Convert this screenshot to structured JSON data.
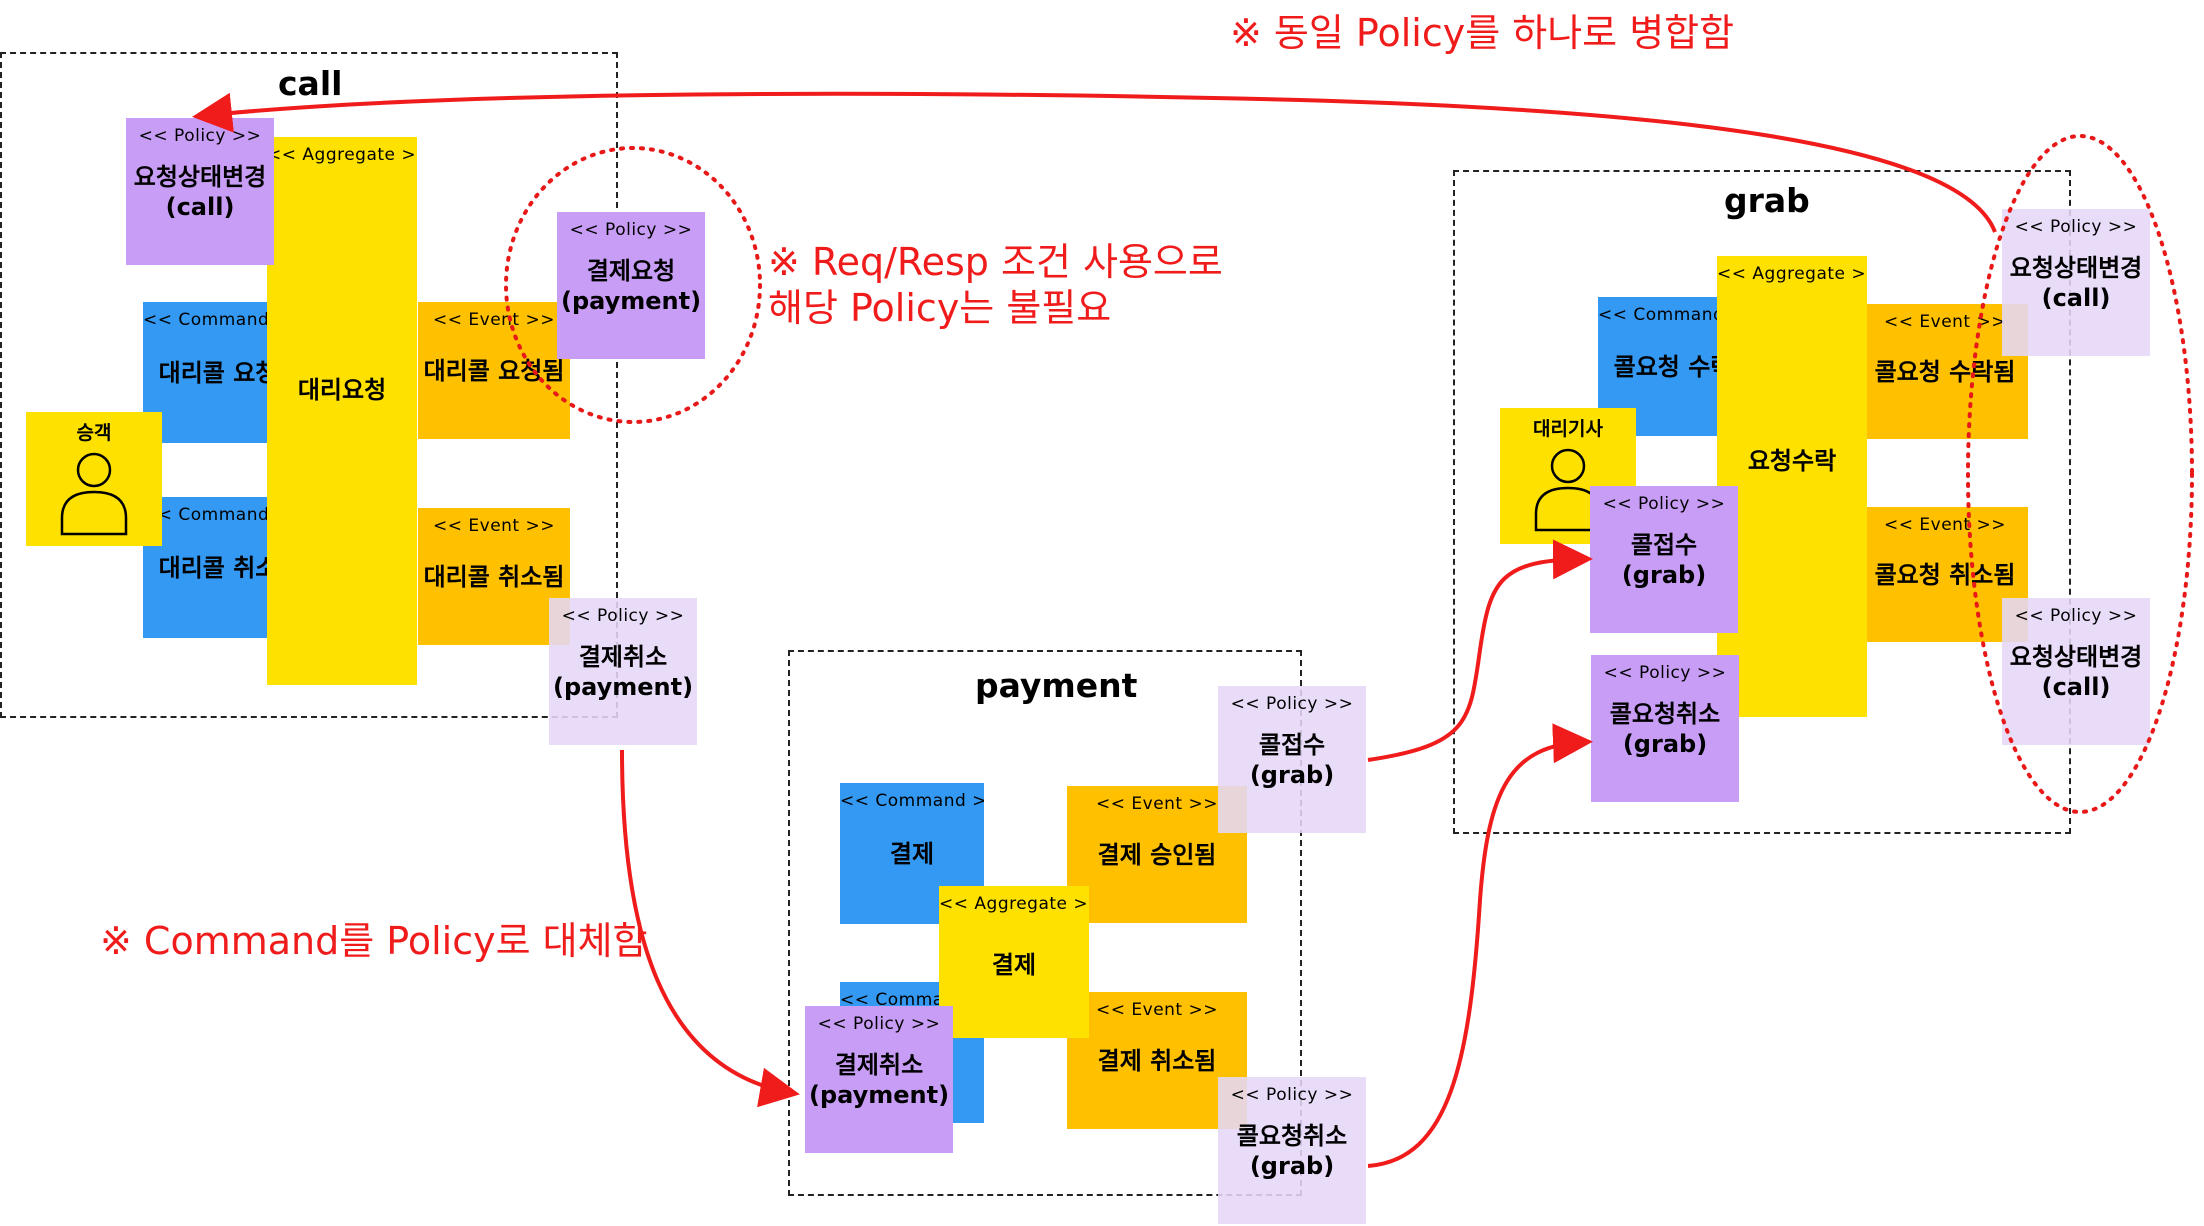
{
  "notes": {
    "merge_policy": "※ 동일 Policy를 하나로 병합함",
    "req_resp": "※ Req/Resp 조건 사용으로\n   해당 Policy는 불필요",
    "command_replace": "※ Command를 Policy로 대체함"
  },
  "contexts": {
    "call": "call",
    "grab": "grab",
    "payment": "payment"
  },
  "stickies": {
    "call_policy_status": {
      "type": "<< Policy >>",
      "name": "요청상태변경\n(call)"
    },
    "call_aggregate": {
      "type": "<< Aggregate >>",
      "name": "대리요청"
    },
    "call_cmd_request": {
      "type": "<< Command >>",
      "name": "대리콜 요청"
    },
    "call_cmd_cancel": {
      "type": "<< Command >>",
      "name": "대리콜 취소"
    },
    "call_evt_requested": {
      "type": "<< Event >>",
      "name": "대리콜 요청됨"
    },
    "call_evt_cancelled": {
      "type": "<< Event >>",
      "name": "대리콜 취소됨"
    },
    "call_policy_pay_request": {
      "type": "<< Policy >>",
      "name": "결제요청\n(payment)"
    },
    "call_policy_pay_cancel": {
      "type": "<< Policy >>",
      "name": "결제취소\n(payment)"
    },
    "actor_customer": {
      "name": "승객"
    },
    "actor_driver": {
      "name": "대리기사"
    },
    "grab_cmd_accept": {
      "type": "<< Command >>",
      "name": "콜요청 수락"
    },
    "grab_aggregate": {
      "type": "<< Aggregate >>",
      "name": "요청수락"
    },
    "grab_evt_accepted": {
      "type": "<< Event >>",
      "name": "콜요청 수락됨"
    },
    "grab_evt_cancelled": {
      "type": "<< Event >>",
      "name": "콜요청 취소됨"
    },
    "grab_policy_receive": {
      "type": "<< Policy >>",
      "name": "콜접수\n(grab)"
    },
    "grab_policy_cancel": {
      "type": "<< Policy >>",
      "name": "콜요청취소\n(grab)"
    },
    "grab_policy_status1": {
      "type": "<< Policy >>",
      "name": "요청상태변경\n(call)"
    },
    "grab_policy_status2": {
      "type": "<< Policy >>",
      "name": "요청상태변경\n(call)"
    },
    "pay_cmd_pay": {
      "type": "<< Command >>",
      "name": "결제"
    },
    "pay_cmd_cancel": {
      "type": "<< Command >>",
      "name": ""
    },
    "pay_aggregate": {
      "type": "<< Aggregate >>",
      "name": "결제"
    },
    "pay_evt_approved": {
      "type": "<< Event >>",
      "name": "결제 승인됨"
    },
    "pay_evt_cancelled": {
      "type": "<< Event >>",
      "name": "결제 취소됨"
    },
    "pay_policy_cancel": {
      "type": "<< Policy >>",
      "name": "결제취소\n(payment)"
    },
    "pay_policy_receive": {
      "type": "<< Policy >>",
      "name": "콜접수\n(grab)"
    },
    "pay_policy_grab_cancel": {
      "type": "<< Policy >>",
      "name": "콜요청취소\n(grab)"
    }
  },
  "colors": {
    "command": "#3399f3",
    "event": "#ffc000",
    "aggregate": "#ffe100",
    "policy": "#c89df5",
    "policy_light": "#e5d7f8",
    "annotation": "#f01b1b"
  }
}
